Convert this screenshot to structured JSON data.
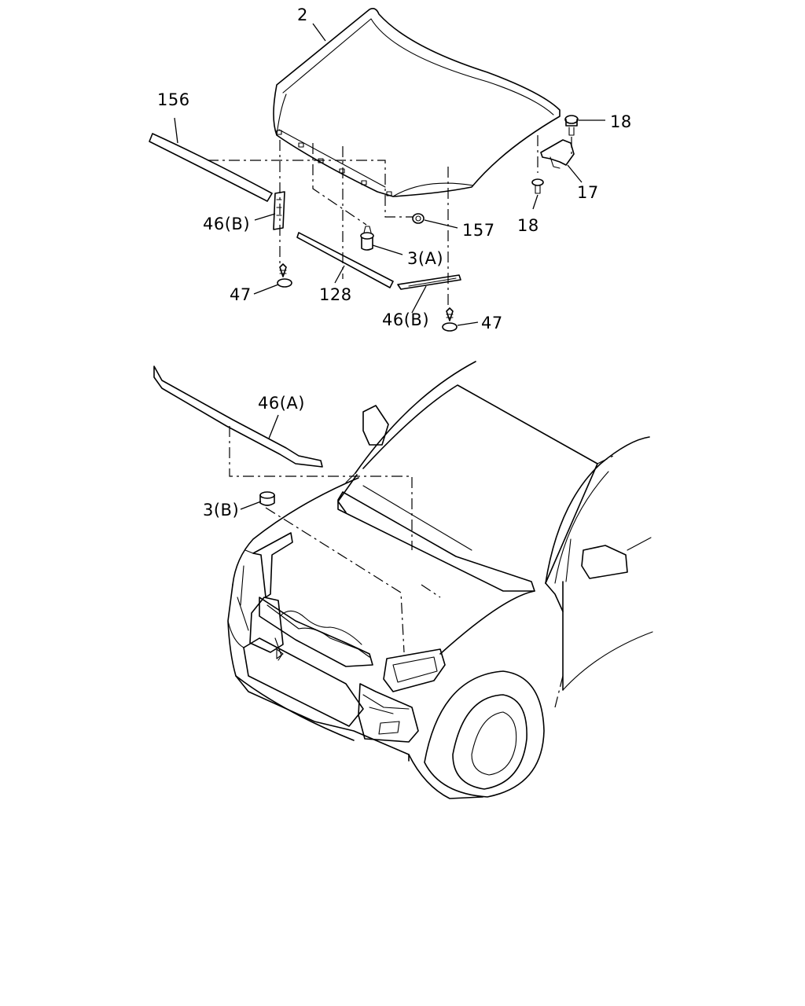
{
  "callouts": {
    "c2": "2",
    "c156": "156",
    "c18_top": "18",
    "c17": "17",
    "c18_mid": "18",
    "c157": "157",
    "c46b_left": "46(B)",
    "c3a": "3(A)",
    "c47_left": "47",
    "c128": "128",
    "c46b_right": "46(B)",
    "c47_right": "47",
    "c46a": "46(A)",
    "c3b": "3(B)"
  }
}
